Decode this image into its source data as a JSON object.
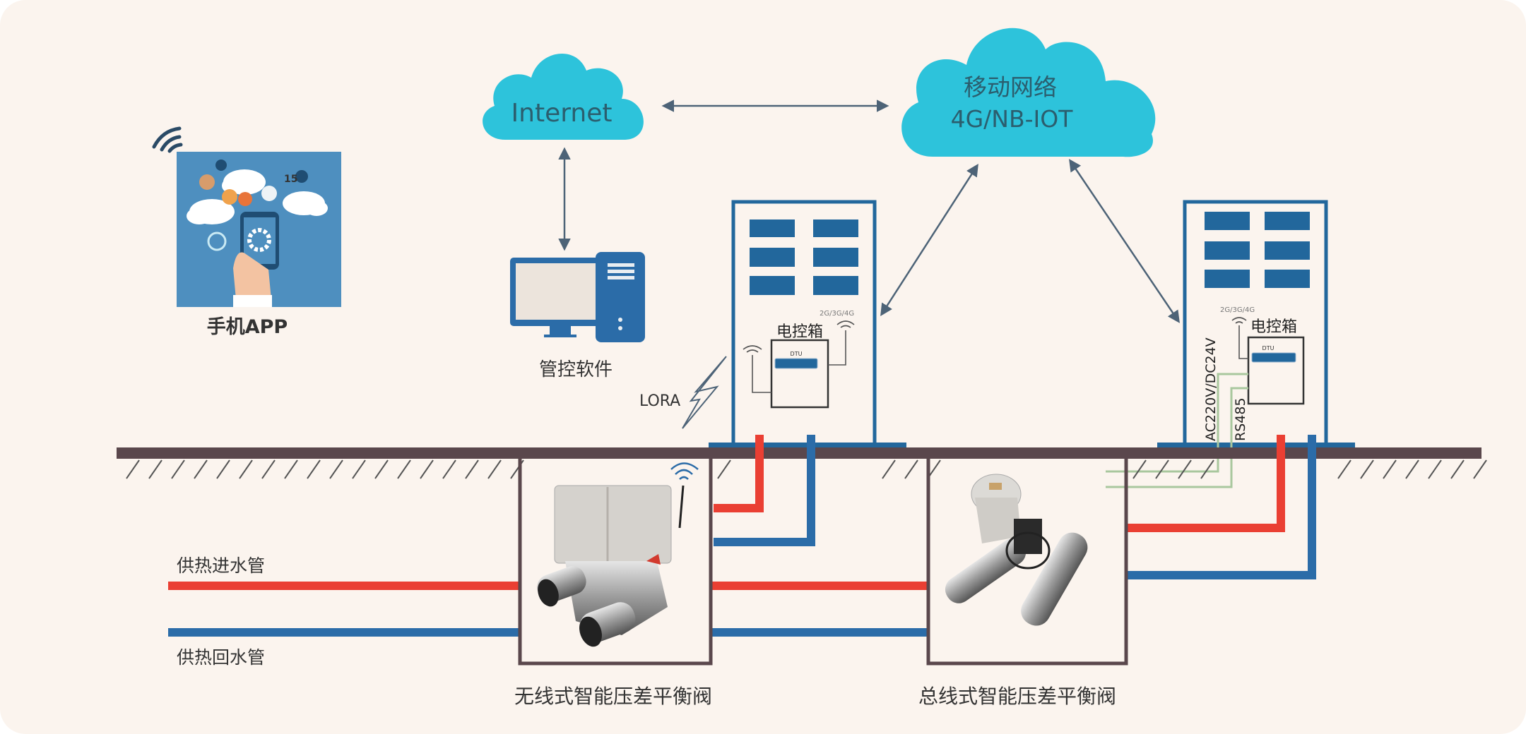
{
  "colors": {
    "background": "#fbf4ee",
    "cloud": "#2dc3db",
    "cloud_text": "#2b5e6e",
    "building_blue": "#22679c",
    "ground": "#5a474c",
    "hot_pipe": "#ea3f33",
    "cold_pipe": "#2b6ca8",
    "arrow": "#4d6377",
    "wire_green": "#a9c79e"
  },
  "clouds": {
    "internet": {
      "label": "Internet"
    },
    "mobile": {
      "line1": "移动网络",
      "line2": "4G/NB-IOT"
    }
  },
  "app": {
    "label": "手机APP",
    "badge": "15",
    "icon": "phone-app-icon"
  },
  "computer": {
    "label": "管控软件",
    "icon": "desktop-computer-icon"
  },
  "lora": {
    "label": "LORA",
    "icon": "lightning-icon"
  },
  "buildings": [
    {
      "box_label": "电控箱",
      "dtu_label": "DTU",
      "network_label": "2G/3G/4G"
    },
    {
      "box_label": "电控箱",
      "dtu_label": "DTU",
      "network_label": "2G/3G/4G",
      "power_label": "AC220V/DC24V",
      "bus_label": "RS485"
    }
  ],
  "pipes": {
    "supply_label": "供热进水管",
    "return_label": "供热回水管"
  },
  "valves": [
    {
      "label": "无线式智能压差平衡阀",
      "type": "wireless"
    },
    {
      "label": "总线式智能压差平衡阀",
      "type": "bus"
    }
  ]
}
